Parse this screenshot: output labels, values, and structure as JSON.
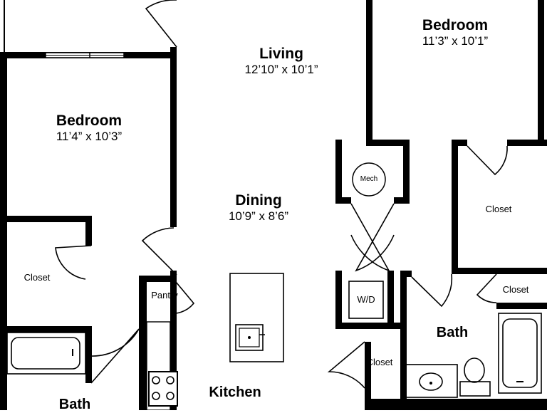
{
  "rooms": {
    "living": {
      "name": "Living",
      "dims": "12’10” x 10’1”"
    },
    "bedroom_left": {
      "name": "Bedroom",
      "dims": "11’4” x 10’3”"
    },
    "bedroom_right": {
      "name": "Bedroom",
      "dims": "11’3” x 10’1”"
    },
    "dining": {
      "name": "Dining",
      "dims": "10’9” x 8’6”"
    },
    "kitchen": {
      "name": "Kitchen"
    },
    "bath_right": {
      "name": "Bath"
    },
    "bath_left": {
      "name": "Bath"
    }
  },
  "fixtures": {
    "closet_left": "Closet",
    "closet_right_upper": "Closet",
    "closet_right_small": "Closet",
    "closet_center": "Closet",
    "pantry": "Pantry",
    "washer_dryer": "W/D",
    "mech": "Mech"
  }
}
